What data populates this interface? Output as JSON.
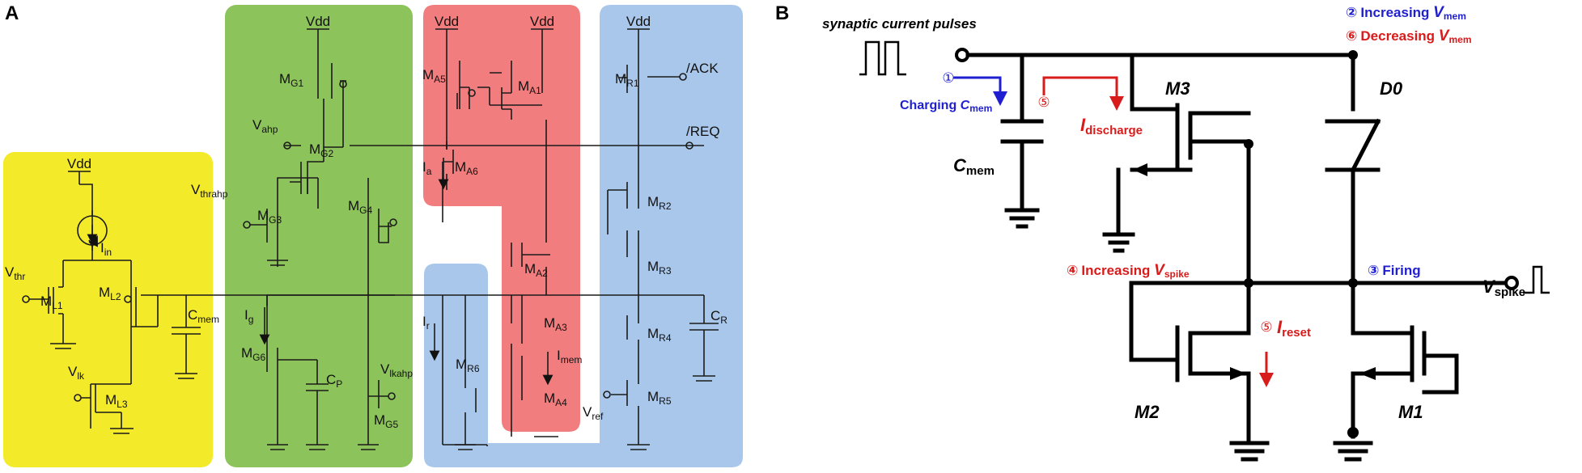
{
  "panel_a": {
    "letter": "A",
    "supply": "Vdd",
    "labels": {
      "Iin": [
        "I",
        "in"
      ],
      "Vthr": [
        "V",
        "thr"
      ],
      "ML1": [
        "M",
        "L1"
      ],
      "ML2": [
        "M",
        "L2"
      ],
      "Vlk": [
        "V",
        "lk"
      ],
      "ML3": [
        "M",
        "L3"
      ],
      "Cmem": [
        "C",
        "mem"
      ],
      "MG1": [
        "M",
        "G1"
      ],
      "Vahp": [
        "V",
        "ahp"
      ],
      "MG2": [
        "M",
        "G2"
      ],
      "Vthrahp": [
        "V",
        "thrahp"
      ],
      "MG3": [
        "M",
        "G3"
      ],
      "MG4": [
        "M",
        "G4"
      ],
      "Ig": [
        "I",
        "g"
      ],
      "MG6": [
        "M",
        "G6"
      ],
      "CP": [
        "C",
        "P"
      ],
      "Vlkahp": [
        "V",
        "lkahp"
      ],
      "MG5": [
        "M",
        "G5"
      ],
      "MA5": [
        "M",
        "A5"
      ],
      "MA1": [
        "M",
        "A1"
      ],
      "Ia": [
        "I",
        "a"
      ],
      "MA6": [
        "M",
        "A6"
      ],
      "MA2": [
        "M",
        "A2"
      ],
      "MA3": [
        "M",
        "A3"
      ],
      "Imem": [
        "I",
        "mem"
      ],
      "MA4": [
        "M",
        "A4"
      ],
      "Ir": [
        "I",
        "r"
      ],
      "MR6": [
        "M",
        "R6"
      ],
      "MR1": [
        "M",
        "R1"
      ],
      "MR2": [
        "M",
        "R2"
      ],
      "MR3": [
        "M",
        "R3"
      ],
      "MR4": [
        "M",
        "R4"
      ],
      "MR5": [
        "M",
        "R5"
      ],
      "Vref": [
        "V",
        "ref"
      ],
      "CR": [
        "C",
        "R"
      ]
    },
    "ack": "/ACK",
    "req": "/REQ",
    "colors": {
      "yellow": "#f3ea2a",
      "green": "#8dc35b",
      "red": "#f27d7e",
      "blue": "#a9c7ea"
    }
  },
  "panel_b": {
    "letter": "B",
    "input_label": "synaptic current pulses",
    "steps": [
      {
        "num": "①",
        "text": "Charging ",
        "var": "C",
        "sub": "mem",
        "color": "#1f1fd1"
      },
      {
        "num": "②",
        "text": "Increasing ",
        "var": "V",
        "sub": "mem",
        "color": "#1f1fd1"
      },
      {
        "num": "③",
        "text": "Firing",
        "var": "",
        "sub": "",
        "color": "#1f1fd1"
      },
      {
        "num": "④",
        "text": "Increasing ",
        "var": "V",
        "sub": "spike",
        "color": "#d81b1b"
      },
      {
        "num": "⑤",
        "text": "",
        "var": "I",
        "sub": "discharge",
        "color": "#d81b1b"
      },
      {
        "num": "⑤",
        "text": "",
        "var": "I",
        "sub": "reset",
        "color": "#d81b1b"
      },
      {
        "num": "⑥",
        "text": "Decreasing ",
        "var": "V",
        "sub": "mem",
        "color": "#d81b1b"
      }
    ],
    "components": {
      "M3": "M3",
      "D0": "D0",
      "M2": "M2",
      "M1": "M1",
      "Cmem": [
        "C",
        "mem"
      ],
      "Vspike": [
        "V",
        "spike"
      ]
    }
  }
}
